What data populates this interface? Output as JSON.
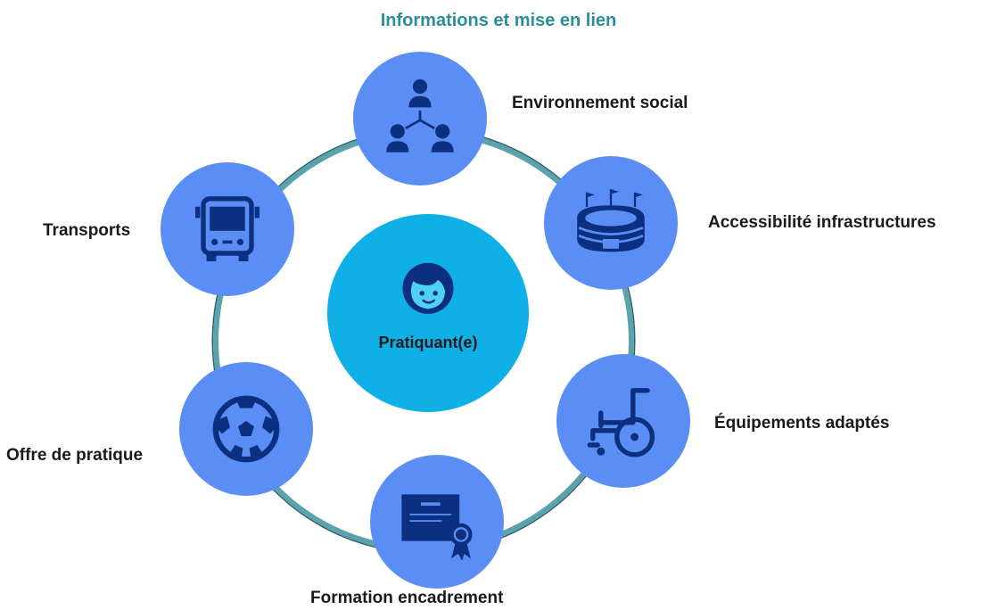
{
  "title": "Informations et mise en lien",
  "center": {
    "label": "Pratiquant(e)",
    "icon": "child-face-icon"
  },
  "nodes": [
    {
      "label": "Environnement social",
      "icon": "social-network-icon"
    },
    {
      "label": "Accessibilité  infrastructures",
      "icon": "stadium-icon"
    },
    {
      "label": "Équipements adaptés",
      "icon": "wheelchair-icon"
    },
    {
      "label": "Formation encadrement",
      "icon": "certificate-icon"
    },
    {
      "label": "Offre de pratique",
      "icon": "soccer-ball-icon"
    },
    {
      "label": "Transports",
      "icon": "bus-icon"
    }
  ],
  "colors": {
    "title": "#2a8f9a",
    "node_fill": "#5b8ef5",
    "center_fill": "#0fb0e8",
    "icon": "#0d2f80",
    "ring": "#5ba3ac"
  }
}
